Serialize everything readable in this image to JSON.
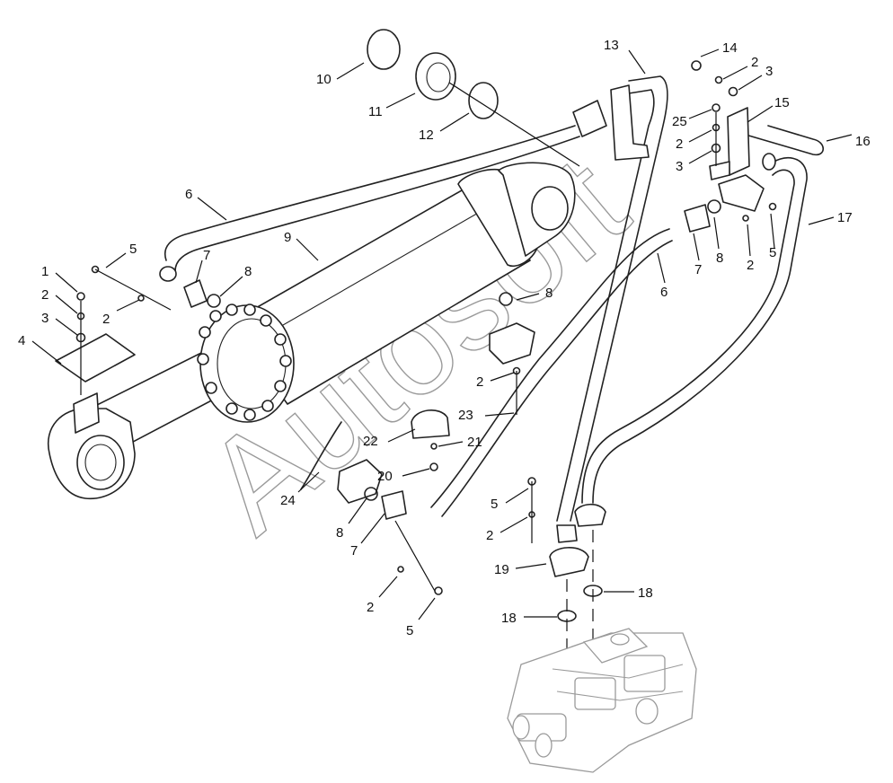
{
  "watermark": {
    "text": "Autosoft"
  },
  "callouts": [
    {
      "id": "c1",
      "label": "1"
    },
    {
      "id": "c2a",
      "label": "2"
    },
    {
      "id": "c3a",
      "label": "3"
    },
    {
      "id": "c4",
      "label": "4"
    },
    {
      "id": "c2b",
      "label": "2"
    },
    {
      "id": "c5a",
      "label": "5"
    },
    {
      "id": "c6a",
      "label": "6"
    },
    {
      "id": "c7a",
      "label": "7"
    },
    {
      "id": "c8a",
      "label": "8"
    },
    {
      "id": "c9",
      "label": "9"
    },
    {
      "id": "c10",
      "label": "10"
    },
    {
      "id": "c11",
      "label": "11"
    },
    {
      "id": "c12",
      "label": "12"
    },
    {
      "id": "c13",
      "label": "13"
    },
    {
      "id": "c14",
      "label": "14"
    },
    {
      "id": "c2c",
      "label": "2"
    },
    {
      "id": "c3b",
      "label": "3"
    },
    {
      "id": "c15",
      "label": "15"
    },
    {
      "id": "c25",
      "label": "25"
    },
    {
      "id": "c2d",
      "label": "2"
    },
    {
      "id": "c3c",
      "label": "3"
    },
    {
      "id": "c16",
      "label": "16"
    },
    {
      "id": "c17",
      "label": "17"
    },
    {
      "id": "c6b",
      "label": "6"
    },
    {
      "id": "c7b",
      "label": "7"
    },
    {
      "id": "c8b",
      "label": "8"
    },
    {
      "id": "c2e",
      "label": "2"
    },
    {
      "id": "c5b",
      "label": "5"
    },
    {
      "id": "c8c",
      "label": "8"
    },
    {
      "id": "c2f",
      "label": "2"
    },
    {
      "id": "c23",
      "label": "23"
    },
    {
      "id": "c22",
      "label": "22"
    },
    {
      "id": "c21",
      "label": "21"
    },
    {
      "id": "c20",
      "label": "20"
    },
    {
      "id": "c24",
      "label": "24"
    },
    {
      "id": "c8d",
      "label": "8"
    },
    {
      "id": "c7c",
      "label": "7"
    },
    {
      "id": "c5c",
      "label": "5"
    },
    {
      "id": "c2g",
      "label": "2"
    },
    {
      "id": "c19",
      "label": "19"
    },
    {
      "id": "c18a",
      "label": "18"
    },
    {
      "id": "c18b",
      "label": "18"
    },
    {
      "id": "c2h",
      "label": "2"
    },
    {
      "id": "c5d",
      "label": "5"
    }
  ]
}
